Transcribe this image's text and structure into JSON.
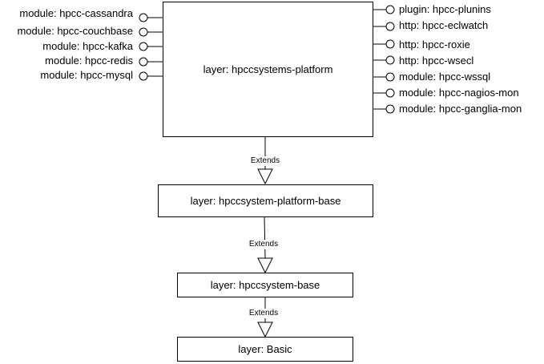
{
  "main_layer": "layer: hpccsystems-platform",
  "left_modules": [
    "module: hpcc-cassandra",
    "module: hpcc-couchbase",
    "module: hpcc-kafka",
    "module: hpcc-redis",
    "module: hpcc-mysql"
  ],
  "right_modules": [
    "plugin: hpcc-plunins",
    "http: hpcc-eclwatch",
    "http: hpcc-roxie",
    "http: hpcc-wsecl",
    "module: hpcc-wssql",
    "module: hpcc-nagios-mon",
    "module: hpcc-ganglia-mon"
  ],
  "layers": {
    "platform_base": "layer: hpccsystem-platform-base",
    "system_base": "layer: hpccsystem-base",
    "basic": "layer: Basic"
  },
  "extends_label": "Extends"
}
